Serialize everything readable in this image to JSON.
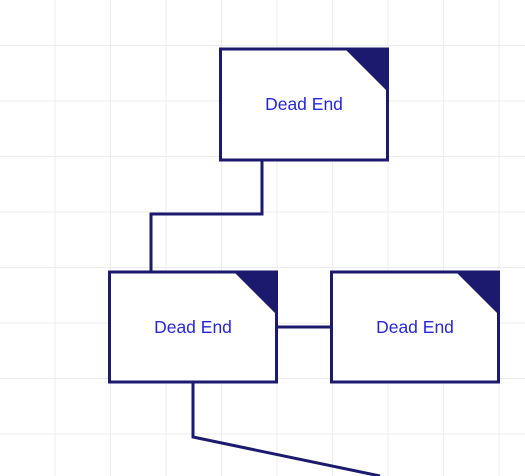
{
  "diagram": {
    "nodes": [
      {
        "id": "node-top",
        "label": "Dead End"
      },
      {
        "id": "node-middle-left",
        "label": "Dead End"
      },
      {
        "id": "node-middle-right",
        "label": "Dead End"
      }
    ],
    "edges": [
      {
        "from": "node-top",
        "to": "node-middle-left"
      },
      {
        "from": "node-middle-left",
        "to": "node-middle-right"
      },
      {
        "from": "node-middle-left",
        "to": "offscreen"
      }
    ]
  },
  "colors": {
    "stroke": "#1b1a6e",
    "label": "#2626e0",
    "grid": "#ececec",
    "background": "#ffffff"
  }
}
